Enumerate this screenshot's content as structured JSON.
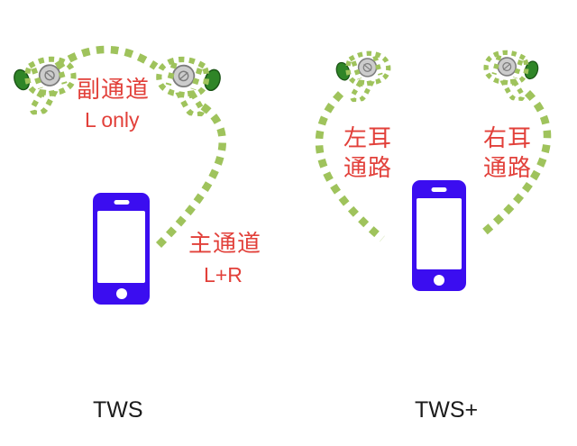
{
  "colors": {
    "link_green": "#9FC35C",
    "label_red": "#E2403A",
    "phone_blue": "#3B0DF0",
    "caption_black": "#1B1B1B",
    "earbud_gray": "#C1C1C1",
    "eartip_green": "#2F8527"
  },
  "icons": {
    "earbud": "earbud-icon (gray wireless earbud with green ear tip, SVG shape)",
    "smartphone": "smartphone-icon (blue phone outline, CSS shape)",
    "link": "dotted-arc-link-icon (green square-dash arc, SVG dashed path)"
  },
  "tws": {
    "caption": "TWS",
    "labels": {
      "secondary_channel": "副通道",
      "secondary_mode": "L only",
      "primary_channel": "主通道",
      "primary_mode": "L+R"
    }
  },
  "tws_plus": {
    "caption": "TWS+",
    "labels": {
      "left_ear_line1": "左耳",
      "left_ear_line2": "通路",
      "right_ear_line1": "右耳",
      "right_ear_line2": "通路"
    }
  }
}
